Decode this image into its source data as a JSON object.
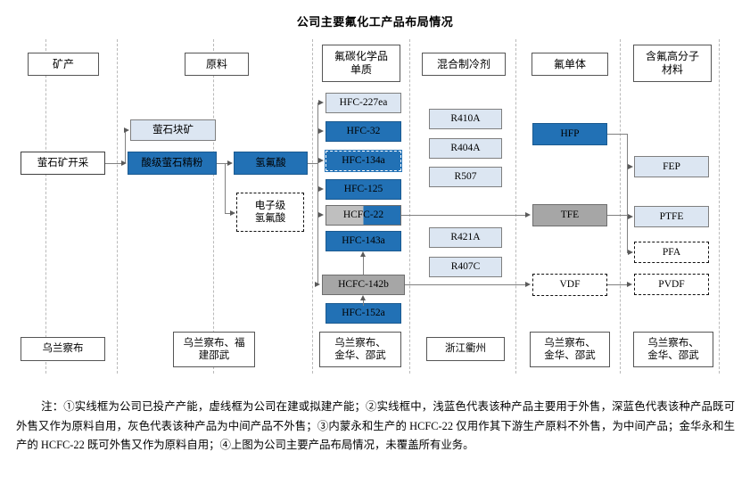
{
  "title": "公司主要氟化工产品布局情况",
  "columns": [
    {
      "header": "矿产",
      "location": "乌兰察布"
    },
    {
      "header": "原料",
      "location": "乌兰察布、福\n建邵武"
    },
    {
      "header": "氟碳化学品\n单质",
      "location": "乌兰察布、\n金华、邵武"
    },
    {
      "header": "混合制冷剂",
      "location": "浙江衢州"
    },
    {
      "header": "氟单体",
      "location": "乌兰察布、\n金华、邵武"
    },
    {
      "header": "含氟高分子\n材料",
      "location": "乌兰察布、\n金华、邵武"
    }
  ],
  "nodes": {
    "mining": "萤石矿开采",
    "fluorite_lump": "萤石块矿",
    "acid_grade_powder": "酸级萤石精粉",
    "hydrofluoric_acid": "氢氟酸",
    "electronic_hf": "电子级\n氢氟酸",
    "hfc227ea": "HFC-227ea",
    "hfc32": "HFC-32",
    "hfc134a": "HFC-134a",
    "hfc125": "HFC-125",
    "hcfc22": "HCFC-22",
    "hfc143a": "HFC-143a",
    "hcfc142b": "HCFC-142b",
    "hfc152a": "HFC-152a",
    "r410a": "R410A",
    "r404a": "R404A",
    "r507": "R507",
    "r421a": "R421A",
    "r407c": "R407C",
    "hfp": "HFP",
    "tfe": "TFE",
    "vdf": "VDF",
    "fep": "FEP",
    "ptfe": "PTFE",
    "pfa": "PFA",
    "pvdf": "PVDF"
  },
  "legend_colors": {
    "light_blue": "#dce6f2",
    "dark_blue": "#2271b5",
    "gray": "#a6a6a6",
    "white": "#ffffff"
  },
  "footnote": {
    "line": "注：①实线框为公司已投产产能，虚线框为公司在建或拟建产能；②实线框中，浅蓝色代表该种产品主要用于外售，深蓝色代表该种产品既可外售又作为原料自用，灰色代表该种产品为中间产品不外售；③内蒙永和生产的 HCFC-22 仅用作其下游生产原料不外售，为中间产品；金华永和生产的 HCFC-22 既可外售又作为原料自用；④上图为公司主要产品布局情况，未覆盖所有业务。"
  }
}
